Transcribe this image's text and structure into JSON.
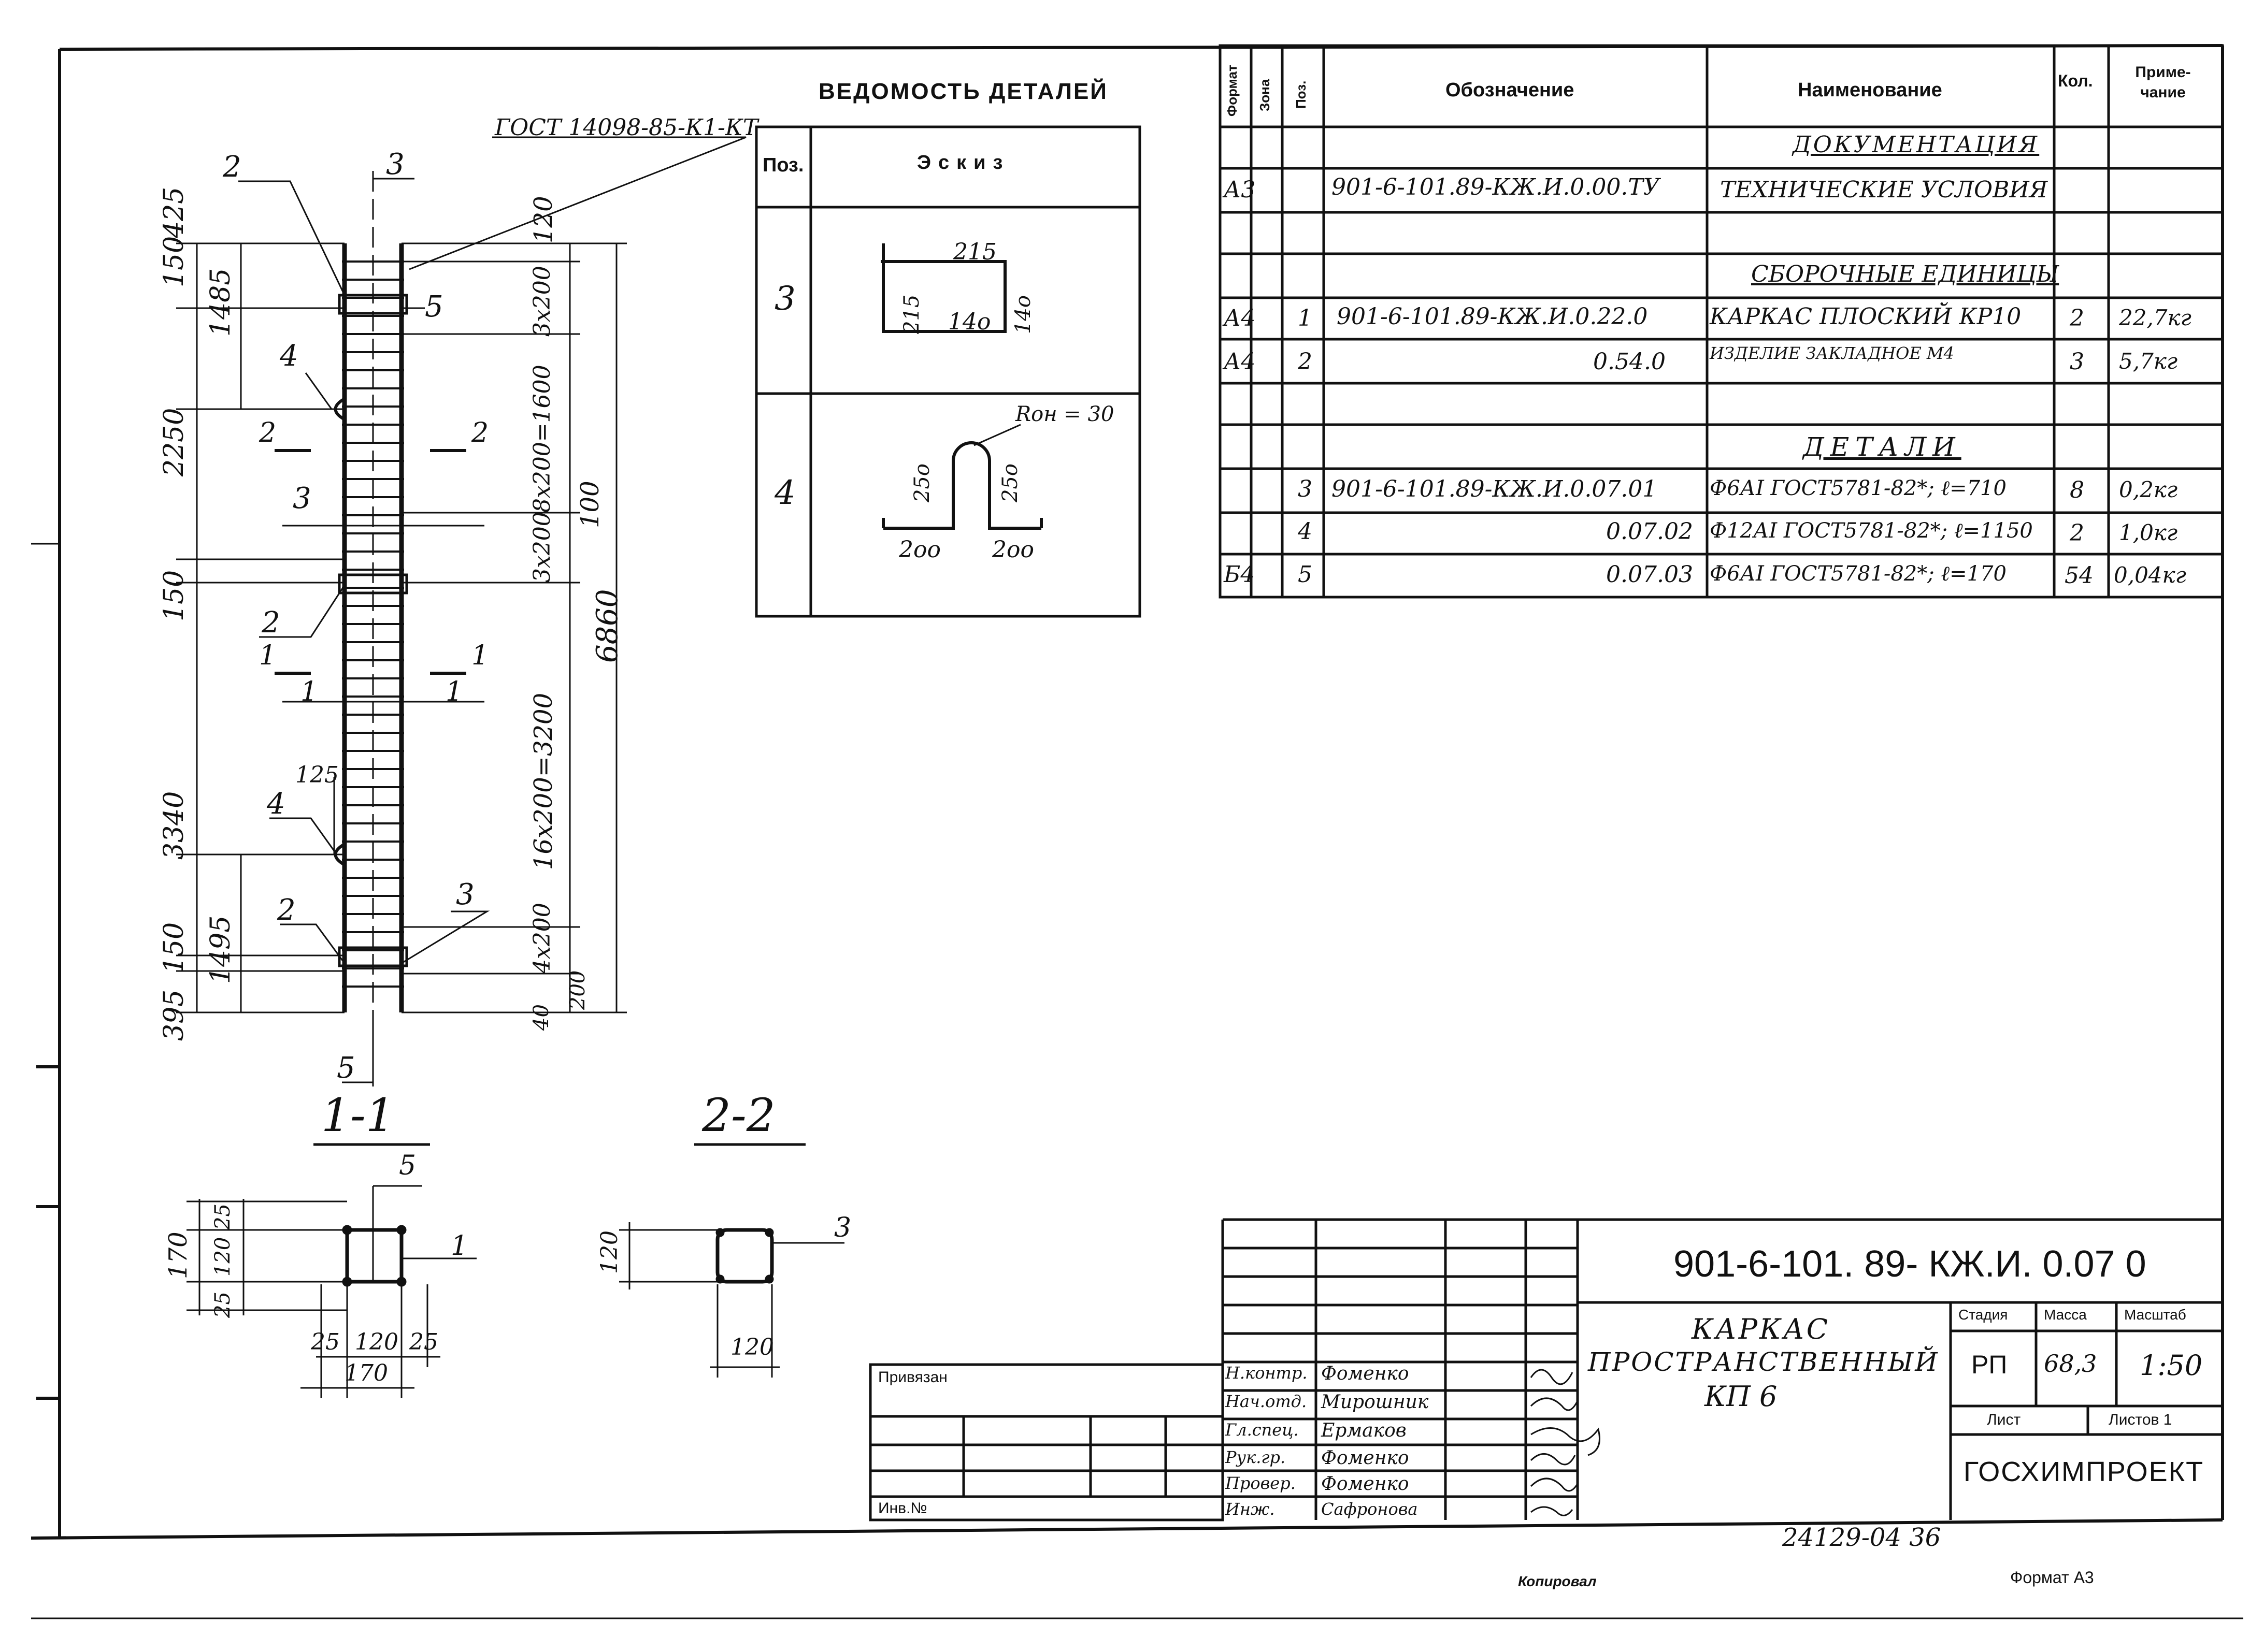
{
  "vedomost": {
    "title": "ВЕДОМОСТЬ   ДЕТАЛЕЙ",
    "col_pos": "Поз.",
    "col_sketch": "Эскиз",
    "rows": [
      {
        "pos": "3",
        "dims": [
          "215",
          "215",
          "14о",
          "14о"
        ]
      },
      {
        "pos": "4",
        "dims": [
          "Rон = 30",
          "25о",
          "25о",
          "2оо",
          "2оо"
        ]
      }
    ]
  },
  "spec": {
    "headers": {
      "format": "Формат",
      "zone": "Зона",
      "pos": "Поз.",
      "designation": "Обозначение",
      "name": "Наименование",
      "qty": "Кол.",
      "note": "Приме-чание"
    },
    "rows": [
      {
        "format": "",
        "pos": "",
        "designation": "",
        "name": "ДОКУМЕНТАЦИЯ",
        "qty": "",
        "note": ""
      },
      {
        "format": "А3",
        "pos": "",
        "designation": "901-6-101.89-КЖ.И.0.00.ТУ",
        "name": "ТЕХНИЧЕСКИЕ УСЛОВИЯ",
        "qty": "",
        "note": ""
      },
      {
        "format": "",
        "pos": "",
        "designation": "",
        "name": "",
        "qty": "",
        "note": ""
      },
      {
        "format": "",
        "pos": "",
        "designation": "",
        "name": "СБОРОЧНЫЕ ЕДИНИЦЫ",
        "qty": "",
        "note": ""
      },
      {
        "format": "А4",
        "pos": "1",
        "designation": "901-6-101.89-КЖ.И.0.22.0",
        "name": "КАРКАС ПЛОСКИЙ   КР10",
        "qty": "2",
        "note": "22,7кг"
      },
      {
        "format": "А4",
        "pos": "2",
        "designation": "0.54.0",
        "name": "ИЗДЕЛИЕ ЗАКЛАДНОЕ      М4",
        "qty": "3",
        "note": "5,7кг"
      },
      {
        "format": "",
        "pos": "",
        "designation": "",
        "name": "",
        "qty": "",
        "note": ""
      },
      {
        "format": "",
        "pos": "",
        "designation": "",
        "name": "ДЕТАЛИ",
        "qty": "",
        "note": ""
      },
      {
        "format": "",
        "pos": "3",
        "designation": "901-6-101.89-КЖ.И.0.07.01",
        "name": "Ф6АI ГОСТ5781-82*; ℓ=710",
        "qty": "8",
        "note": "0,2кг"
      },
      {
        "format": "",
        "pos": "4",
        "designation": "0.07.02",
        "name": "Ф12АI ГОСТ5781-82*; ℓ=1150",
        "qty": "2",
        "note": "1,0кг"
      },
      {
        "format": "Б4",
        "pos": "5",
        "designation": "0.07.03",
        "name": "Ф6АI ГОСТ5781-82*; ℓ=170",
        "qty": "54",
        "note": "0,04кг"
      }
    ]
  },
  "elevation": {
    "gost_label": "ГОСТ 14098-85-К1-КТ",
    "pos_labels": [
      "2",
      "3",
      "5",
      "4",
      "3",
      "2",
      "4",
      "2",
      "3",
      "5"
    ],
    "left_dims": [
      "150",
      "425",
      "1485",
      "2250",
      "150",
      "3340",
      "1495",
      "150",
      "395"
    ],
    "right_dims": [
      "120",
      "3х200",
      "8х200=1600",
      "100",
      "3х200",
      "16х200=3200",
      "4х200",
      "200",
      "40"
    ],
    "total": "6860",
    "inner_dim": "125",
    "cuts": [
      {
        "num": "2",
        "label": "2"
      },
      {
        "num": "1",
        "label": "1"
      }
    ]
  },
  "sections": {
    "s11": {
      "title": "1-1",
      "dims_v": [
        "170",
        "25",
        "120",
        "25"
      ],
      "dims_h": [
        "25",
        "120",
        "25",
        "170"
      ],
      "pos": [
        "5",
        "1"
      ]
    },
    "s22": {
      "title": "2-2",
      "dim_v": "120",
      "dim_h": "120",
      "pos": "3"
    }
  },
  "title_block": {
    "code": "901-6-101. 89- КЖ.И. 0.07 0",
    "object_title": [
      "КАРКАС",
      "ПРОСТРАНСТВЕННЫЙ",
      "КП 6"
    ],
    "stage_h": "Стадия",
    "mass_h": "Масса",
    "scale_h": "Масштаб",
    "stage": "РП",
    "mass": "68,3",
    "scale": "1:50",
    "sheet_h": "Лист",
    "sheets_h": "Листов 1",
    "org": "ГОСХИМПРОЕКТ",
    "bound_label": "Привязан",
    "inv_label": "Инв.№",
    "signers": [
      {
        "role": "Н.контр.",
        "name": "Фоменко"
      },
      {
        "role": "Нач.отд.",
        "name": "Мирошник"
      },
      {
        "role": "Гл.спец.",
        "name": "Ермаков"
      },
      {
        "role": "Рук.гр.",
        "name": "Фоменко"
      },
      {
        "role": "Провер.",
        "name": "Фоменко"
      },
      {
        "role": "Инж.",
        "name": "Сафронова"
      }
    ]
  },
  "footer": {
    "number": "24129-04   36",
    "copied": "Копировал",
    "format": "Формат А3"
  }
}
